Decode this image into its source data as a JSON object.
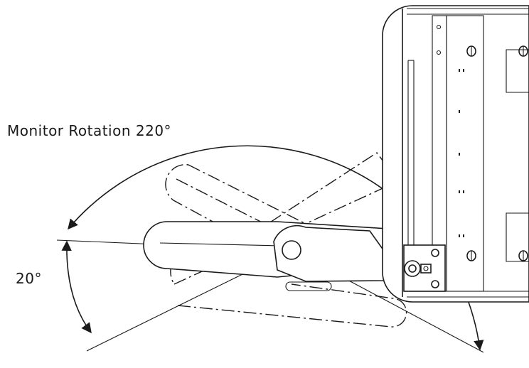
{
  "labels": {
    "rotation": "Monitor Rotation  220°",
    "tilt": "20°"
  },
  "colors": {
    "line": "#1a1a1a",
    "background": "#ffffff"
  },
  "rotation_range_deg": 220,
  "tilt_angle_deg": 20
}
